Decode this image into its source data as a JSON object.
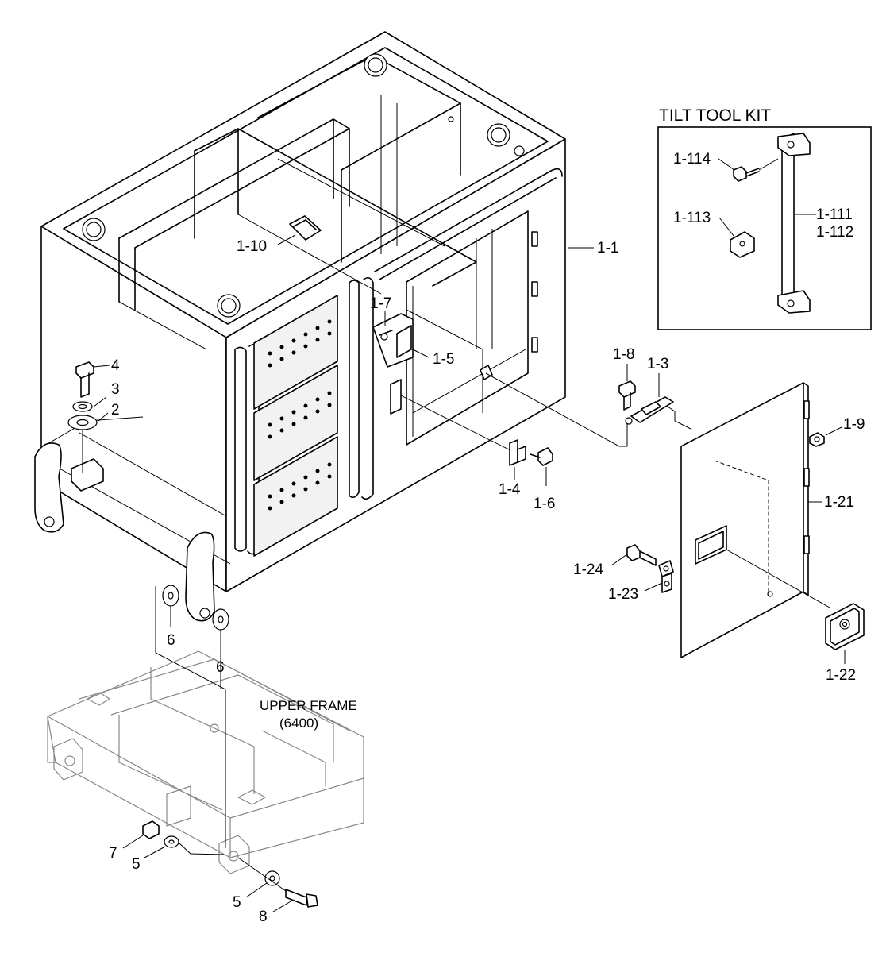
{
  "kit": {
    "title": "TILT TOOL KIT"
  },
  "frame": {
    "name": "UPPER FRAME",
    "code": "(6400)"
  },
  "labels": {
    "p1_1": "1-1",
    "p1_3": "1-3",
    "p1_4": "1-4",
    "p1_5": "1-5",
    "p1_6": "1-6",
    "p1_7": "1-7",
    "p1_8": "1-8",
    "p1_9": "1-9",
    "p1_10": "1-10",
    "p1_21": "1-21",
    "p1_22": "1-22",
    "p1_23": "1-23",
    "p1_24": "1-24",
    "p1_111": "1-111",
    "p1_112": "1-112",
    "p1_113": "1-113",
    "p1_114": "1-114",
    "p2": "2",
    "p3": "3",
    "p4": "4",
    "p5a": "5",
    "p5b": "5",
    "p6a": "6",
    "p6b": "6",
    "p7": "7",
    "p8": "8"
  }
}
